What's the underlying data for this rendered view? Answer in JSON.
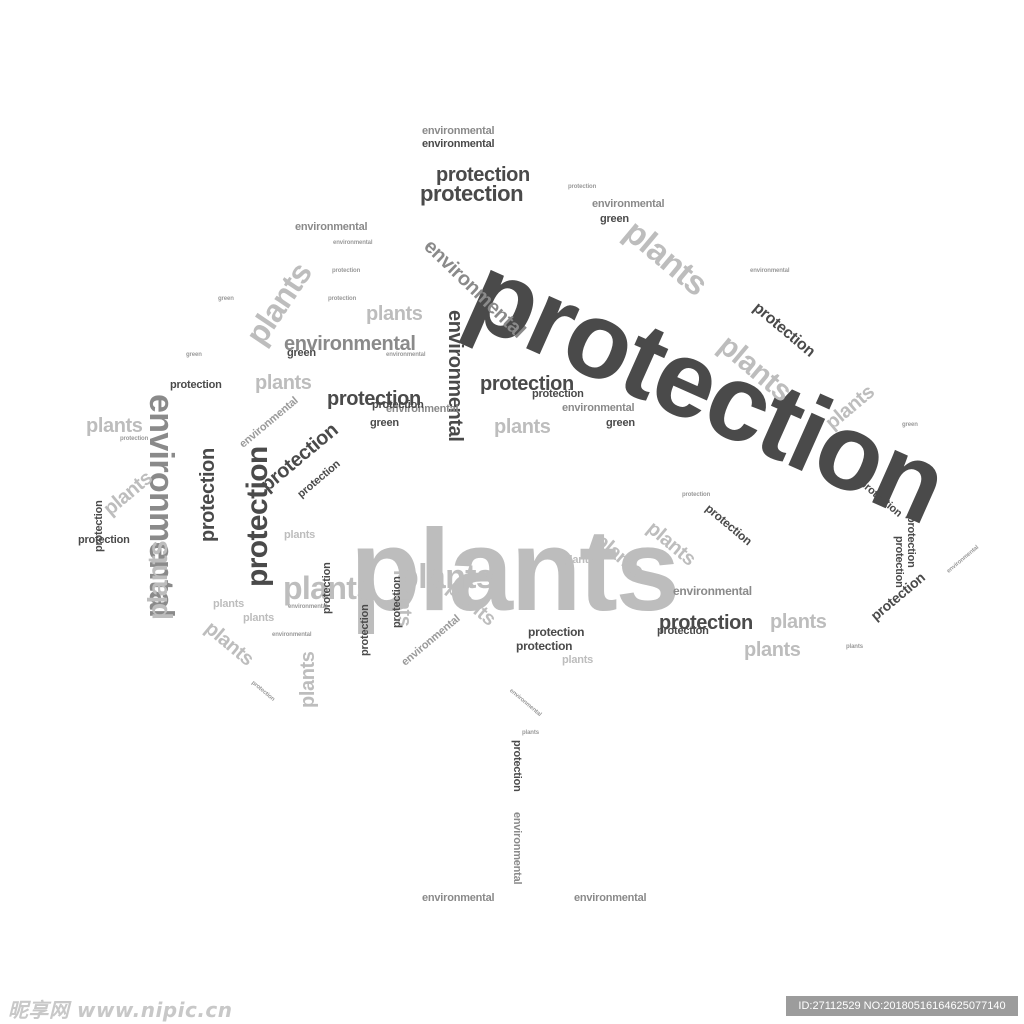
{
  "word_cloud": {
    "words": [
      {
        "text": "protection",
        "tone": "dark"
      },
      {
        "text": "plants",
        "tone": "light"
      },
      {
        "text": "environmental",
        "tone": "mid"
      },
      {
        "text": "protection",
        "tone": "dark"
      },
      {
        "text": "protection",
        "tone": "dark"
      },
      {
        "text": "environmental",
        "tone": "mid"
      },
      {
        "text": "environmental",
        "tone": "mid"
      },
      {
        "text": "plants",
        "tone": "light"
      },
      {
        "text": "environmental",
        "tone": "dark"
      },
      {
        "text": "plants",
        "tone": "light"
      },
      {
        "text": "environmental",
        "tone": "mid"
      },
      {
        "text": "plants",
        "tone": "light"
      },
      {
        "text": "protection",
        "tone": "dark"
      },
      {
        "text": "protection",
        "tone": "dark"
      },
      {
        "text": "environmental",
        "tone": "dark"
      },
      {
        "text": "plants",
        "tone": "light"
      },
      {
        "text": "environmental",
        "tone": "mid"
      },
      {
        "text": "protection",
        "tone": "dark"
      },
      {
        "text": "plants",
        "tone": "light"
      },
      {
        "text": "protection",
        "tone": "dark"
      },
      {
        "text": "plants",
        "tone": "light"
      },
      {
        "text": "protection",
        "tone": "dark"
      },
      {
        "text": "plants",
        "tone": "light"
      },
      {
        "text": "plants",
        "tone": "light"
      },
      {
        "text": "plants",
        "tone": "light"
      },
      {
        "text": "plants",
        "tone": "light"
      },
      {
        "text": "protection",
        "tone": "dark"
      },
      {
        "text": "environmental",
        "tone": "mid"
      },
      {
        "text": "plants",
        "tone": "light"
      },
      {
        "text": "plants",
        "tone": "light"
      },
      {
        "text": "protection",
        "tone": "dark"
      },
      {
        "text": "protection",
        "tone": "dark"
      },
      {
        "text": "protection",
        "tone": "dark"
      },
      {
        "text": "plants",
        "tone": "light"
      },
      {
        "text": "protection",
        "tone": "dark"
      },
      {
        "text": "environmental",
        "tone": "mid"
      },
      {
        "text": "environmental",
        "tone": "mid"
      },
      {
        "text": "protection",
        "tone": "dark"
      },
      {
        "text": "environmental",
        "tone": "mid"
      },
      {
        "text": "protection",
        "tone": "dark"
      },
      {
        "text": "green",
        "tone": "dark"
      },
      {
        "text": "green",
        "tone": "dark"
      },
      {
        "text": "green",
        "tone": "dark"
      },
      {
        "text": "green",
        "tone": "dark"
      },
      {
        "text": "plants",
        "tone": "light"
      },
      {
        "text": "plants",
        "tone": "light"
      },
      {
        "text": "plants",
        "tone": "light"
      },
      {
        "text": "plants",
        "tone": "light"
      },
      {
        "text": "plants",
        "tone": "light"
      },
      {
        "text": "plants",
        "tone": "light"
      },
      {
        "text": "plants",
        "tone": "light"
      },
      {
        "text": "protection",
        "tone": "dark"
      },
      {
        "text": "protection",
        "tone": "dark"
      },
      {
        "text": "protection",
        "tone": "dark"
      },
      {
        "text": "protection",
        "tone": "dark"
      },
      {
        "text": "protection",
        "tone": "dark"
      },
      {
        "text": "protection",
        "tone": "dark"
      },
      {
        "text": "protection",
        "tone": "dark"
      },
      {
        "text": "environmental",
        "tone": "mid"
      },
      {
        "text": "plants",
        "tone": "light"
      },
      {
        "text": "plants",
        "tone": "light"
      },
      {
        "text": "protection",
        "tone": "dark"
      },
      {
        "text": "protection",
        "tone": "dark"
      },
      {
        "text": "protection",
        "tone": "dark"
      },
      {
        "text": "environmental",
        "tone": "mid"
      },
      {
        "text": "environmental",
        "tone": "mid"
      },
      {
        "text": "plants",
        "tone": "light"
      },
      {
        "text": "plants",
        "tone": "light"
      },
      {
        "text": "plants",
        "tone": "light"
      },
      {
        "text": "protection",
        "tone": "dark"
      },
      {
        "text": "protection",
        "tone": "dark"
      },
      {
        "text": "protection",
        "tone": "dark"
      },
      {
        "text": "environmental",
        "tone": "tiny"
      },
      {
        "text": "environmental",
        "tone": "tiny"
      },
      {
        "text": "protection",
        "tone": "tiny"
      },
      {
        "text": "protection",
        "tone": "tiny"
      },
      {
        "text": "environmental",
        "tone": "tiny"
      },
      {
        "text": "environmental",
        "tone": "tiny"
      },
      {
        "text": "green",
        "tone": "tiny"
      },
      {
        "text": "green",
        "tone": "tiny"
      },
      {
        "text": "protection",
        "tone": "tiny"
      },
      {
        "text": "protection",
        "tone": "tiny"
      },
      {
        "text": "environmental",
        "tone": "tiny"
      },
      {
        "text": "environmental",
        "tone": "tiny"
      },
      {
        "text": "environmental",
        "tone": "tiny"
      },
      {
        "text": "plants",
        "tone": "tiny"
      },
      {
        "text": "green",
        "tone": "tiny"
      },
      {
        "text": "protection",
        "tone": "tiny"
      },
      {
        "text": "protection",
        "tone": "tiny"
      },
      {
        "text": "environmental",
        "tone": "tiny"
      },
      {
        "text": "environmental",
        "tone": "tiny"
      },
      {
        "text": "plants",
        "tone": "tiny"
      }
    ]
  },
  "watermark": {
    "site": "昵享网 www.nipic.cn",
    "id_line": "ID:27112529 NO:20180516164625077140"
  },
  "colors": {
    "dark": "#4a4a4a",
    "mid": "#8a8a8a",
    "light": "#bdbdbd",
    "background": "#ffffff"
  }
}
